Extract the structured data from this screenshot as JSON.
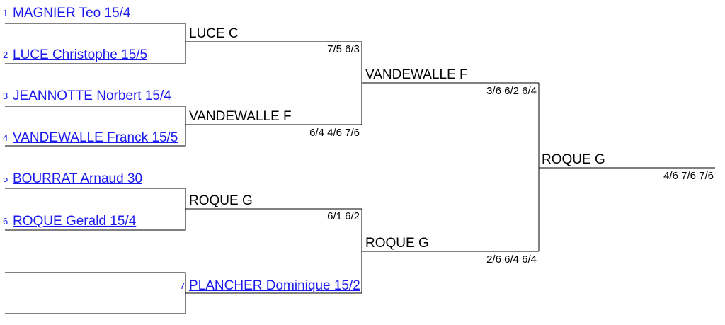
{
  "round1": [
    {
      "seed": "1",
      "name": "MAGNIER Teo 15/4"
    },
    {
      "seed": "2",
      "name": "LUCE Christophe 15/5"
    },
    {
      "seed": "3",
      "name": "JEANNOTTE Norbert 15/4"
    },
    {
      "seed": "4",
      "name": "VANDEWALLE Franck 15/5"
    },
    {
      "seed": "5",
      "name": "BOURRAT Arnaud 30"
    },
    {
      "seed": "6",
      "name": "ROQUE Gerald 15/4"
    }
  ],
  "round2": [
    {
      "name": "LUCE C",
      "score": "7/5 6/3"
    },
    {
      "name": "VANDEWALLE F",
      "score": "6/4 4/6 7/6"
    },
    {
      "name": "ROQUE G",
      "score": "6/1 6/2"
    },
    {
      "seed": "7",
      "name": "PLANCHER Dominique 15/2"
    }
  ],
  "semis": [
    {
      "name": "VANDEWALLE F",
      "score": "3/6 6/2 6/4"
    },
    {
      "name": "ROQUE G",
      "score": "2/6 6/4 6/4"
    }
  ],
  "final": {
    "name": "ROQUE G",
    "score": "4/6 7/6 7/6"
  }
}
